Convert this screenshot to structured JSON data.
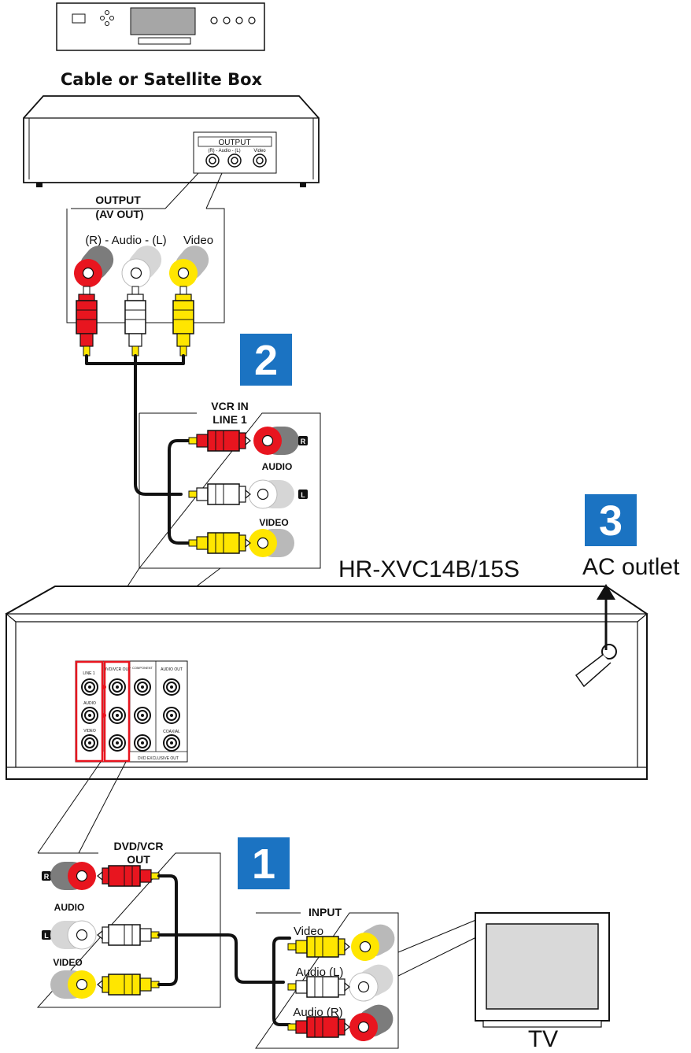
{
  "devices": {
    "source_box": "Cable or Satellite Box",
    "vcr_model": "HR-XVC14B/15S",
    "ac_outlet": "AC outlet",
    "tv": "TV"
  },
  "steps": {
    "one": "1",
    "two": "2",
    "three": "3"
  },
  "box_back": {
    "output": "OUTPUT",
    "sub": "(R) - Audio - (L)",
    "video": "Video"
  },
  "callout_box_output": {
    "title_line1": "OUTPUT",
    "title_line2": "(AV OUT)",
    "audio": "(R) - Audio - (L)",
    "video": "Video"
  },
  "callout_vcr_in": {
    "title_line1": "VCR IN",
    "title_line2": "LINE 1",
    "r": "R",
    "audio": "AUDIO",
    "l": "L",
    "video": "VIDEO"
  },
  "vcr_panel": {
    "line1": "LINE 1",
    "dvd_vcr_out": "DVD/VCR OUT",
    "component": "COMPONENT",
    "audio_out": "AUDIO OUT",
    "audio": "AUDIO",
    "video": "VIDEO",
    "coaxial": "COAXIAL",
    "dvd_exclusive": "DVD EXCLUSIVE OUT"
  },
  "callout_dvd_out": {
    "title_line1": "DVD/VCR",
    "title_line2": "OUT",
    "r": "R",
    "audio": "AUDIO",
    "l": "L",
    "video": "VIDEO"
  },
  "callout_tv_input": {
    "title": "INPUT",
    "video": "Video",
    "audio_l": "Audio (L)",
    "audio_r": "Audio (R)"
  },
  "colors": {
    "red": "#e8151f",
    "yellow": "#ffe600",
    "white": "#ffffff",
    "step_blue": "#1b73c2",
    "jack_gray": "#7c7c7c"
  }
}
